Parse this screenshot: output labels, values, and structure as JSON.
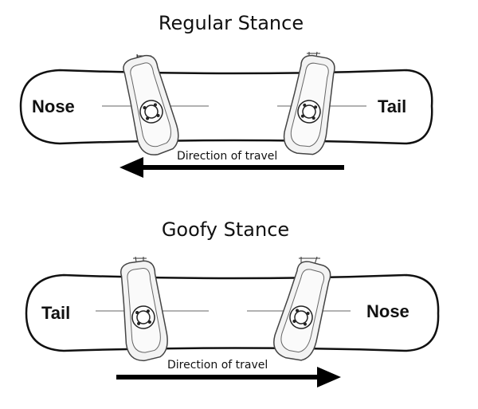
{
  "regular": {
    "title": "Regular Stance",
    "left_label": "Nose",
    "right_label": "Tail",
    "direction_label": "Direction of travel",
    "direction": "left"
  },
  "goofy": {
    "title": "Goofy Stance",
    "left_label": "Tail",
    "right_label": "Nose",
    "direction_label": "Direction of travel",
    "direction": "right"
  }
}
